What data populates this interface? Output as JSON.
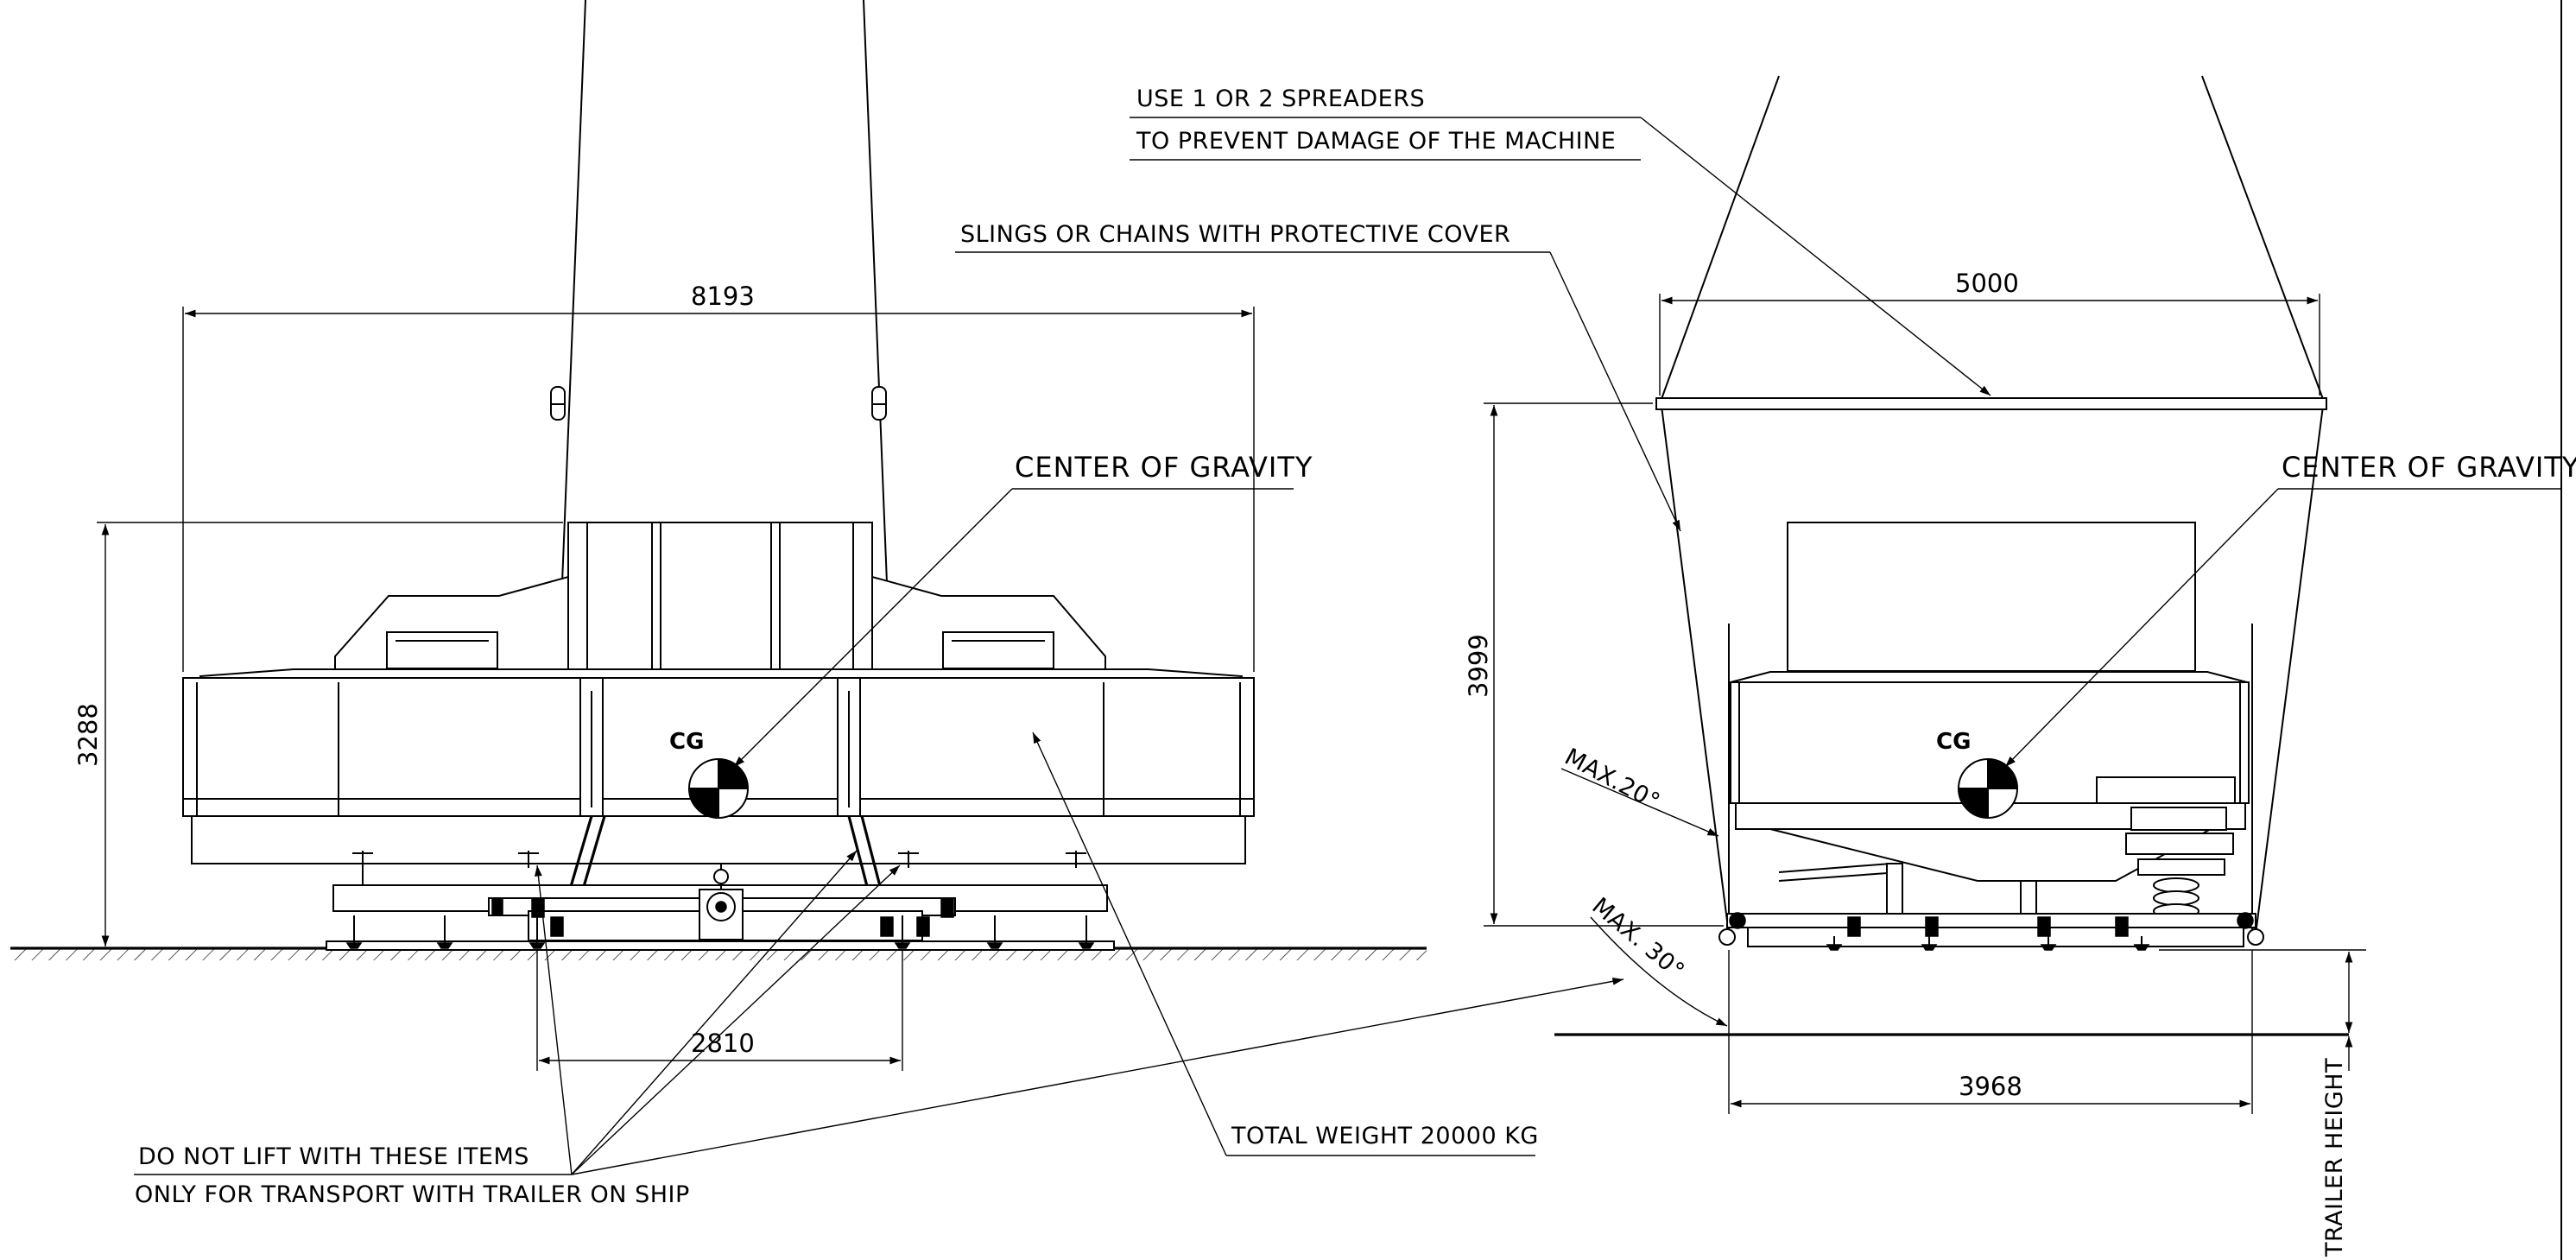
{
  "notes": {
    "spreaders_line1": "USE 1 OR 2 SPREADERS",
    "spreaders_line2": "TO PREVENT DAMAGE OF THE MACHINE",
    "slings": "SLINGS OR CHAINS WITH PROTECTIVE COVER",
    "cog_left": "CENTER OF GRAVITY",
    "cog_right": "CENTER OF GRAVITY",
    "total_weight": "TOTAL WEIGHT 20000 KG",
    "do_not_lift_line1": "DO NOT LIFT WITH THESE ITEMS",
    "do_not_lift_line2": "ONLY FOR TRANSPORT WITH TRAILER ON SHIP"
  },
  "dimensions": {
    "overall_length": "8193",
    "overall_height": "3288",
    "support_spacing": "2810",
    "spreader_width": "5000",
    "lift_height": "3999",
    "overall_width": "3968",
    "trailer_height": "TRAILER HEIGHT"
  },
  "angles": {
    "max_20": "MAX.20°",
    "max_30": "MAX. 30°"
  },
  "cg_marks": {
    "left": "CG",
    "right": "CG"
  }
}
